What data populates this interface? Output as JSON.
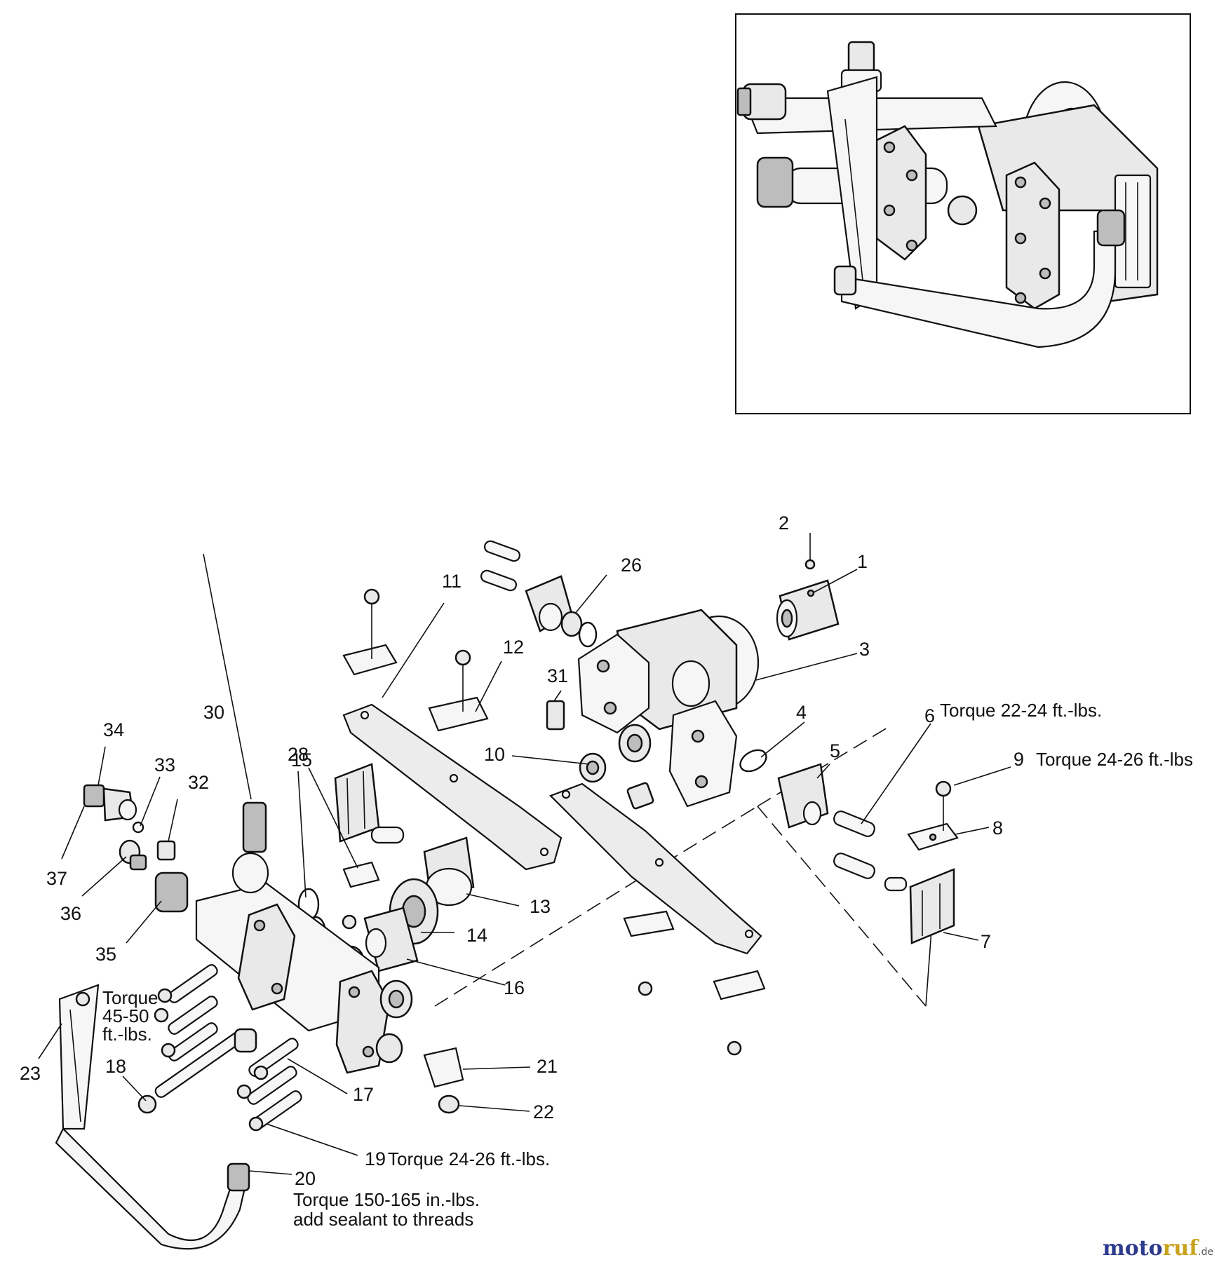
{
  "callouts": [
    {
      "id": "1",
      "text": "1"
    },
    {
      "id": "2",
      "text": "2"
    },
    {
      "id": "3",
      "text": "3"
    },
    {
      "id": "4",
      "text": "4"
    },
    {
      "id": "5",
      "text": "5"
    },
    {
      "id": "6",
      "text": "6"
    },
    {
      "id": "7",
      "text": "7"
    },
    {
      "id": "8",
      "text": "8"
    },
    {
      "id": "9",
      "text": "9"
    },
    {
      "id": "10",
      "text": "10"
    },
    {
      "id": "11",
      "text": "11"
    },
    {
      "id": "12",
      "text": "12"
    },
    {
      "id": "13",
      "text": "13"
    },
    {
      "id": "14",
      "text": "14"
    },
    {
      "id": "15",
      "text": "15"
    },
    {
      "id": "16",
      "text": "16"
    },
    {
      "id": "17",
      "text": "17"
    },
    {
      "id": "18",
      "text": "18"
    },
    {
      "id": "19",
      "text": "19"
    },
    {
      "id": "20",
      "text": "20"
    },
    {
      "id": "21",
      "text": "21"
    },
    {
      "id": "22",
      "text": "22"
    },
    {
      "id": "23",
      "text": "23"
    },
    {
      "id": "26",
      "text": "26"
    },
    {
      "id": "28",
      "text": "28"
    },
    {
      "id": "30",
      "text": "30"
    },
    {
      "id": "31",
      "text": "31"
    },
    {
      "id": "32",
      "text": "32"
    },
    {
      "id": "33",
      "text": "33"
    },
    {
      "id": "34",
      "text": "34"
    },
    {
      "id": "35",
      "text": "35"
    },
    {
      "id": "36",
      "text": "36"
    },
    {
      "id": "37",
      "text": "37"
    }
  ],
  "notes": {
    "torque_6": "Torque 22-24 ft.-lbs.",
    "torque_9": "Torque 24-26 ft.-lbs",
    "torque_19": "Torque 24-26 ft.-lbs.",
    "torque_18_line1": "Torque",
    "torque_18_line2": "45-50",
    "torque_18_line3": "ft.-lbs.",
    "torque_20_line1": "Torque 150-165 in.-lbs.",
    "torque_20_line2": "add sealant to threads"
  },
  "watermark": {
    "part1": "moto",
    "part2": "ruf",
    "suffix": ".de"
  }
}
